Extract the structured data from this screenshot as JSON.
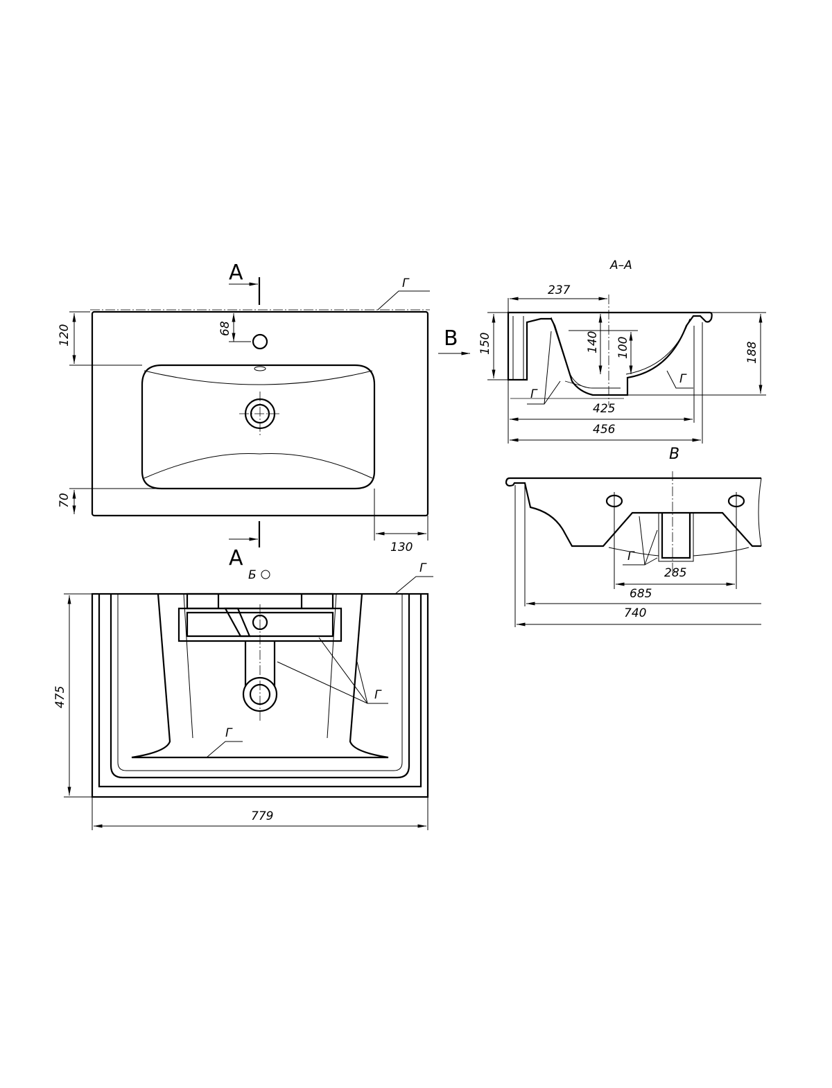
{
  "section_labels": {
    "a_top": "A",
    "a_bottom": "A",
    "b_arrow": "B",
    "b_view": "B",
    "section_aa": "A–A",
    "view_b": "Б"
  },
  "note_mark": "Г",
  "top_view": {
    "dim_120": "120",
    "dim_68": "68",
    "dim_70": "70",
    "dim_130": "130"
  },
  "section_view": {
    "dim_237": "237",
    "dim_150": "150",
    "dim_140": "140",
    "dim_100": "100",
    "dim_188": "188",
    "dim_425": "425",
    "dim_456": "456"
  },
  "side_view": {
    "dim_285": "285",
    "dim_685": "685",
    "dim_740": "740"
  },
  "bottom_view": {
    "dim_475": "475",
    "dim_779": "779"
  }
}
